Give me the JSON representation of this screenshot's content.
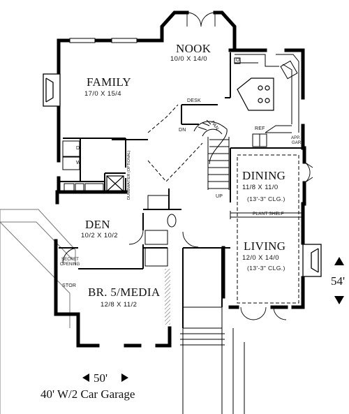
{
  "rooms": [
    {
      "id": "nook",
      "name": "NOOK",
      "dims": "10/0 X 14/0"
    },
    {
      "id": "family",
      "name": "FAMILY",
      "dims": "17/0 X 15/4"
    },
    {
      "id": "dining",
      "name": "DINING",
      "dims": "11/8 X 11/0",
      "ceiling": "(13'-3\" CLG.)"
    },
    {
      "id": "living",
      "name": "LIVING",
      "dims": "12/0 X 14/0",
      "ceiling": "(13'-3\" CLG.)"
    },
    {
      "id": "den",
      "name": "DEN",
      "dims": "10/2 X 10/2"
    },
    {
      "id": "br5",
      "name": "BR. 5/MEDIA",
      "dims": "12/8 X 11/2"
    }
  ],
  "fixtures": {
    "desk": "DESK",
    "pan": "PAN",
    "ref": "REF",
    "app_gar_1": "APP.",
    "app_gar_2": "GAR",
    "dn": "DN",
    "up": "UP",
    "plant_shelf": "PLANT SHELF",
    "dumbwaiter_1": "DUMBWAITER",
    "dumbwaiter_2": "(OPTIONAL)",
    "secret_1": "SECRET",
    "secret_2": "OPENING",
    "stor": "STOR",
    "dryer": "D",
    "washer": "W",
    "oven": "O."
  },
  "dimensions": {
    "width": "50'",
    "depth": "54'",
    "garage": "40' W/2 Car Garage"
  }
}
